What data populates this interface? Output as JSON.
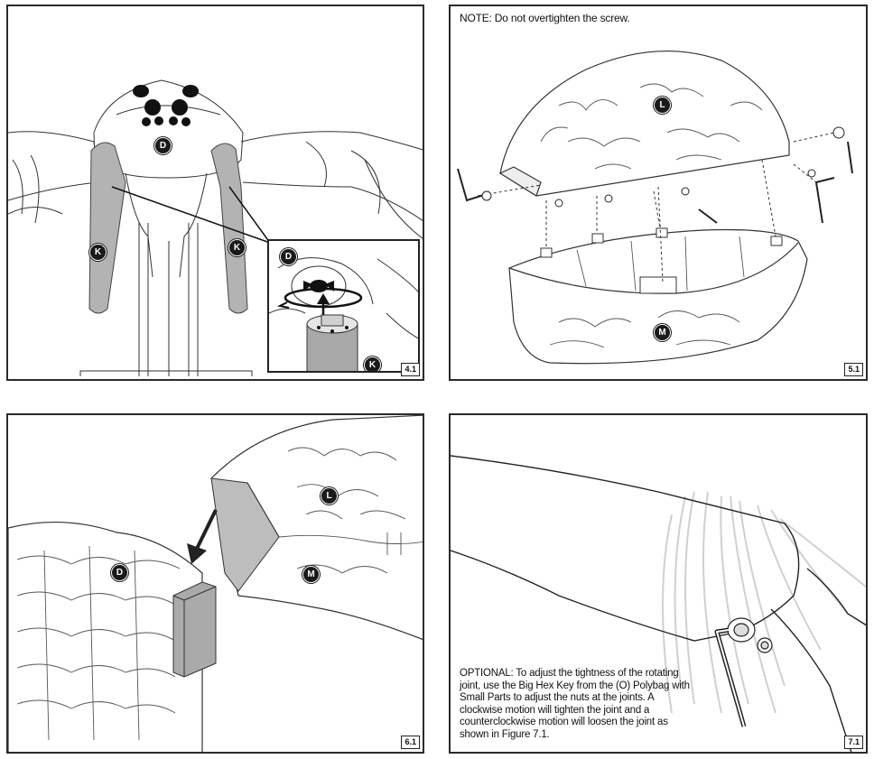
{
  "panels": [
    {
      "id": "4.1",
      "figure": "4.1",
      "callouts": [
        "D",
        "K",
        "K",
        "D",
        "K"
      ]
    },
    {
      "id": "5.1",
      "figure": "5.1",
      "note": "NOTE: Do not overtighten the screw.",
      "callouts": [
        "L",
        "M"
      ]
    },
    {
      "id": "6.1",
      "figure": "6.1",
      "callouts": [
        "L",
        "D",
        "M"
      ]
    },
    {
      "id": "7.1",
      "figure": "7.1",
      "note_lines": [
        "OPTIONAL: To adjust the tightness of the rotating",
        "joint, use the Big Hex Key from the (O) Polybag with",
        "Small Parts to adjust the nuts at the joints. A",
        "clockwise motion will tighten the joint and a",
        "counterclockwise motion will loosen the joint as",
        "shown in Figure 7.1."
      ]
    }
  ]
}
